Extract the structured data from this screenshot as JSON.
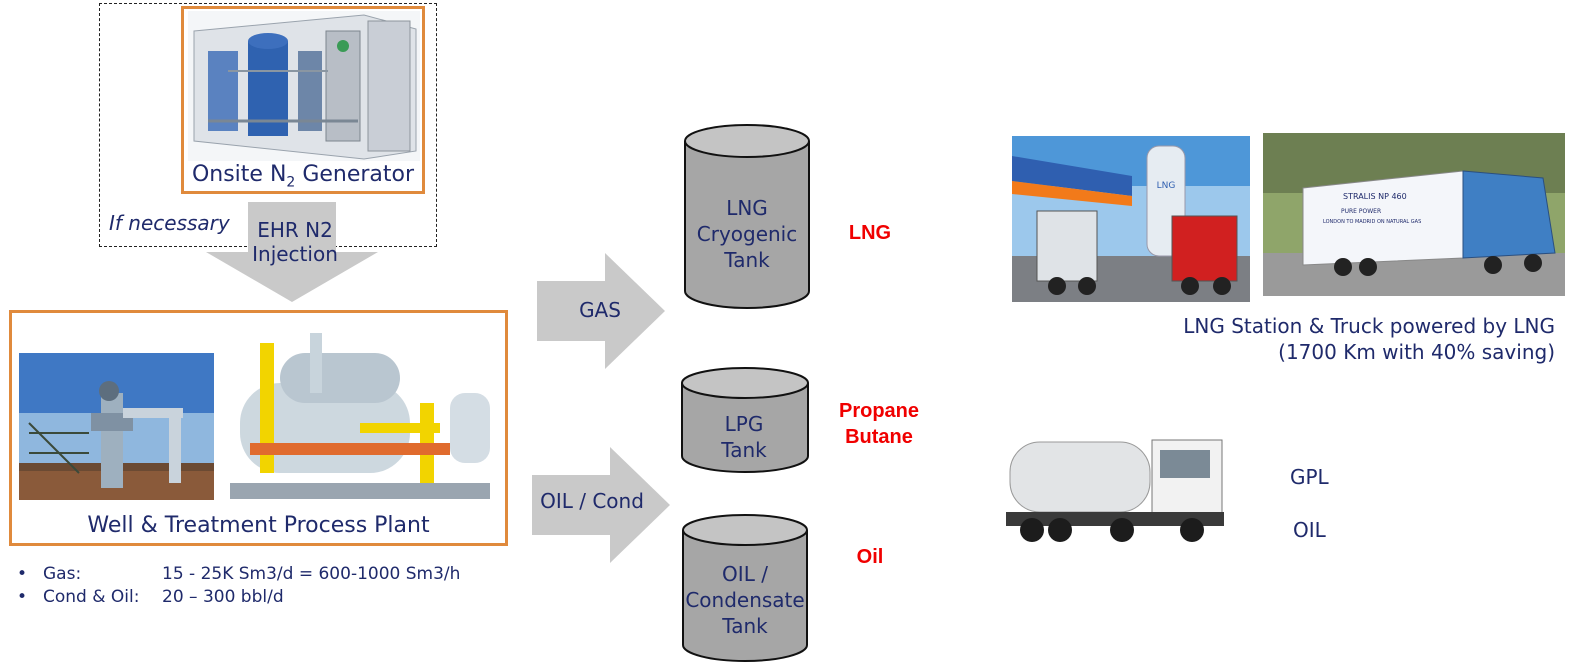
{
  "generator": {
    "label_pre": "Onsite N",
    "label_sub": "2",
    "label_post": " Generator",
    "note": "If necessary"
  },
  "injection": {
    "line1": "EHR N2",
    "line2": "Injection"
  },
  "plant": {
    "label": "Well & Treatment Process Plant"
  },
  "specs": [
    {
      "bullet": "•",
      "label": "Gas:",
      "value": "15 - 25K Sm3/d = 600-1000 Sm3/h"
    },
    {
      "bullet": "•",
      "label": "Cond & Oil:",
      "value": "20 – 300 bbl/d"
    }
  ],
  "arrows": {
    "gas": "GAS",
    "oil": "OIL / Cond"
  },
  "tanks": [
    {
      "lines": [
        "LNG",
        "Cryogenic",
        "Tank"
      ],
      "product": [
        "LNG"
      ]
    },
    {
      "lines": [
        "LPG",
        "Tank"
      ],
      "product": [
        "Propane",
        "Butane"
      ]
    },
    {
      "lines": [
        "OIL /",
        "Condensate",
        "Tank"
      ],
      "product": [
        "Oil"
      ]
    }
  ],
  "lng_caption": {
    "line1": "LNG Station & Truck powered by LNG",
    "line2": "(1700 Km with 40% saving)"
  },
  "tanker": {
    "line1": "GPL",
    "line2": "OIL"
  },
  "photo_text": {
    "station_sign": "LNG",
    "truck_brand": "STRALIS NP 460",
    "truck_line1": "PURE POWER",
    "truck_line2": "LONDON TO MADRID ON NATURAL GAS"
  },
  "colors": {
    "accent": "#e08a3c",
    "text": "#1f2a6b",
    "highlight": "#f00000",
    "arrow": "#c9c9c9",
    "tank": "#a6a6a6"
  }
}
